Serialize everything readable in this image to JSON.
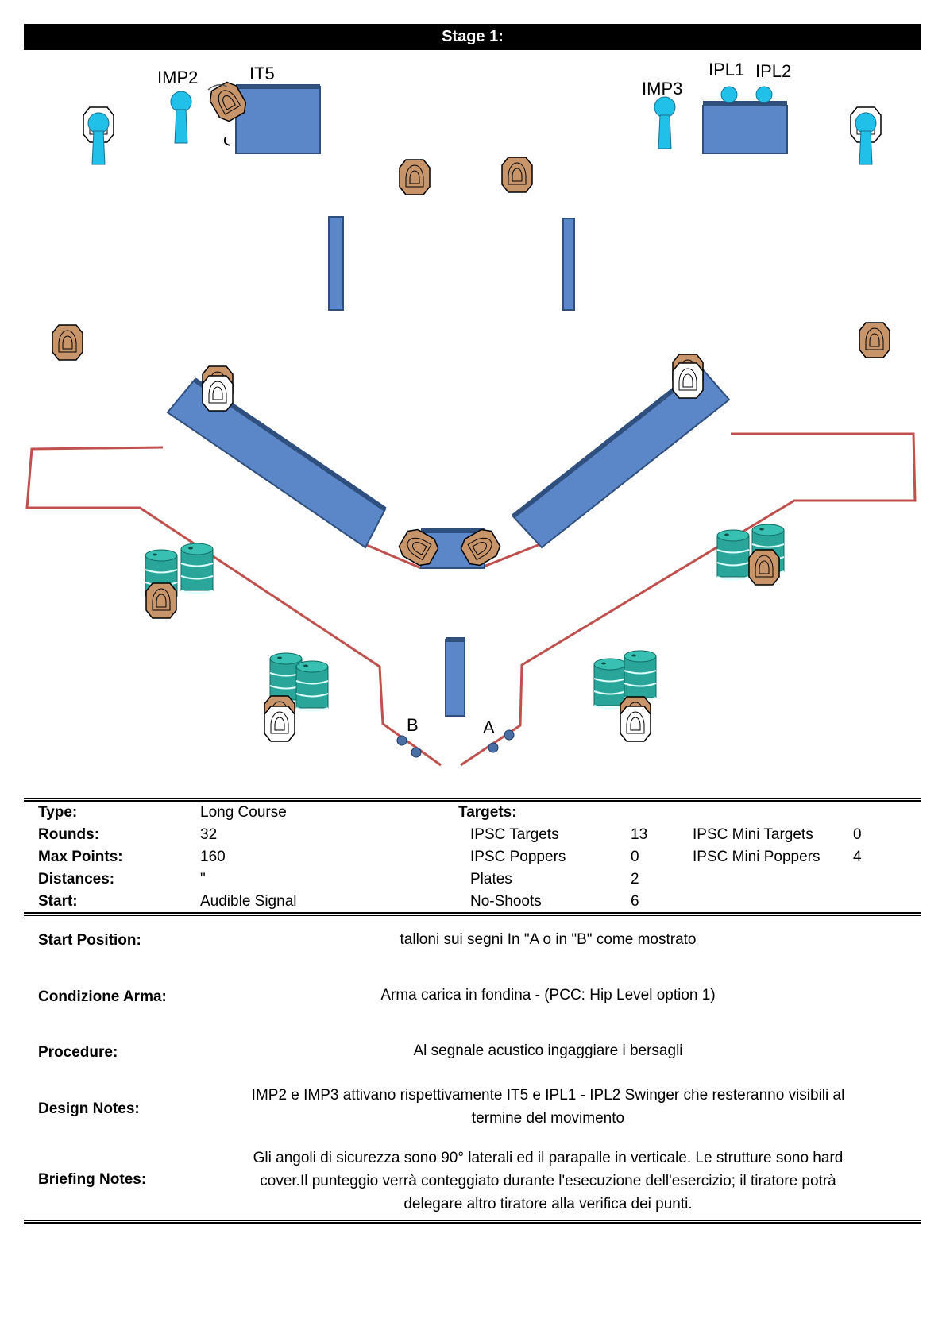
{
  "header": {
    "title": "Stage 1:"
  },
  "diagram": {
    "labels": {
      "imp2": "IMP2",
      "it5": "IT5",
      "imp3": "IMP3",
      "ipl1": "IPL1",
      "ipl2": "IPL2",
      "pos_a": "A",
      "pos_b": "B"
    },
    "colors": {
      "wall": "#5b87c9",
      "wall_dark": "#2f4f7f",
      "fault_line": "#c0504d",
      "target": "#c8956a",
      "popper": "#20c0e8",
      "barrel": "#2aa59a"
    }
  },
  "summary": {
    "type_label": "Type:",
    "type_value": "Long Course",
    "rounds_label": "Rounds:",
    "rounds_value": "32",
    "maxpoints_label": "Max Points:",
    "maxpoints_value": "160",
    "distances_label": "Distances:",
    "distances_value": "\"",
    "start_label": "Start:",
    "start_value": "Audible Signal",
    "targets_label": "Targets:",
    "targets": [
      {
        "name": "IPSC Targets",
        "count": "13"
      },
      {
        "name": "IPSC Poppers",
        "count": "0"
      },
      {
        "name": "Plates",
        "count": "2"
      },
      {
        "name": "No-Shoots",
        "count": "6"
      }
    ],
    "mini": [
      {
        "name": "IPSC Mini Targets",
        "count": "0"
      },
      {
        "name": "IPSC Mini Poppers",
        "count": "4"
      }
    ]
  },
  "details": {
    "start_position_label": "Start Position:",
    "start_position_text": "talloni sui segni In \"A o in \"B\" come mostrato",
    "condition_label": "Condizione Arma:",
    "condition_text": "Arma carica in fondina - (PCC: Hip Level option 1)",
    "procedure_label": "Procedure:",
    "procedure_text": "Al segnale acustico ingaggiare i bersagli",
    "design_label": "Design Notes:",
    "design_text_1": "IMP2 e  IMP3 attivano rispettivamente IT5 e IPL1 - IPL2 Swinger che resteranno visibili al",
    "design_text_2": "termine del movimento",
    "briefing_label": "Briefing Notes:",
    "briefing_text_1": "Gli angoli di sicurezza sono 90° laterali ed il parapalle in verticale. Le strutture sono hard",
    "briefing_text_2": "cover.Il punteggio verrà conteggiato durante l'esecuzione dell'esercizio; il tiratore potrà",
    "briefing_text_3": "delegare altro tiratore alla verifica  dei punti."
  }
}
